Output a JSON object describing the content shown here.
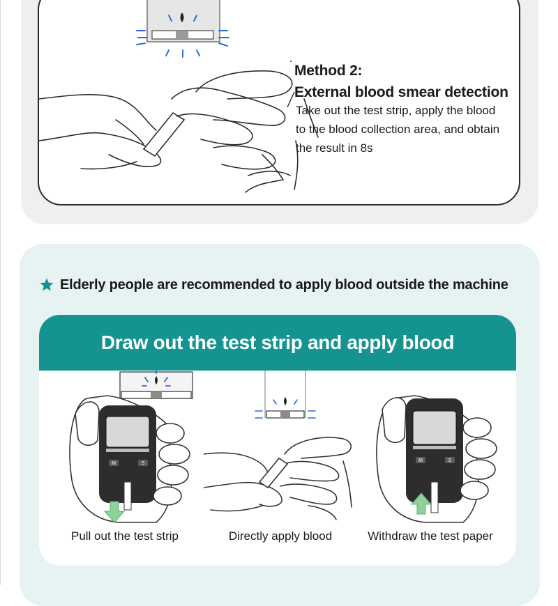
{
  "method": {
    "title_line1": "Method 2:",
    "title_line2": "External blood smear detection",
    "description_lines": [
      "Take out the test strip, apply the blood",
      "to the blood collection area, and obtain",
      "the result in 8s"
    ]
  },
  "tip": {
    "icon": "star-icon",
    "text": "Elderly people are recommended to apply blood outside the machine"
  },
  "steps_card": {
    "header": "Draw out the test strip and apply blood",
    "steps": [
      {
        "label": "Pull out the test strip",
        "icon": "arrow-down-icon"
      },
      {
        "label": "Directly apply blood",
        "icon": "blood-drop-icon"
      },
      {
        "label": "Withdraw the test paper",
        "icon": "arrow-up-icon"
      }
    ]
  },
  "colors": {
    "accent_teal": "#149390",
    "panel_gray": "#efefef",
    "panel_mint": "#e7f2f3",
    "arrow_green": "#8fd19a",
    "device_dark": "#2d2d2d",
    "glow_blue": "#2e6bd6"
  }
}
